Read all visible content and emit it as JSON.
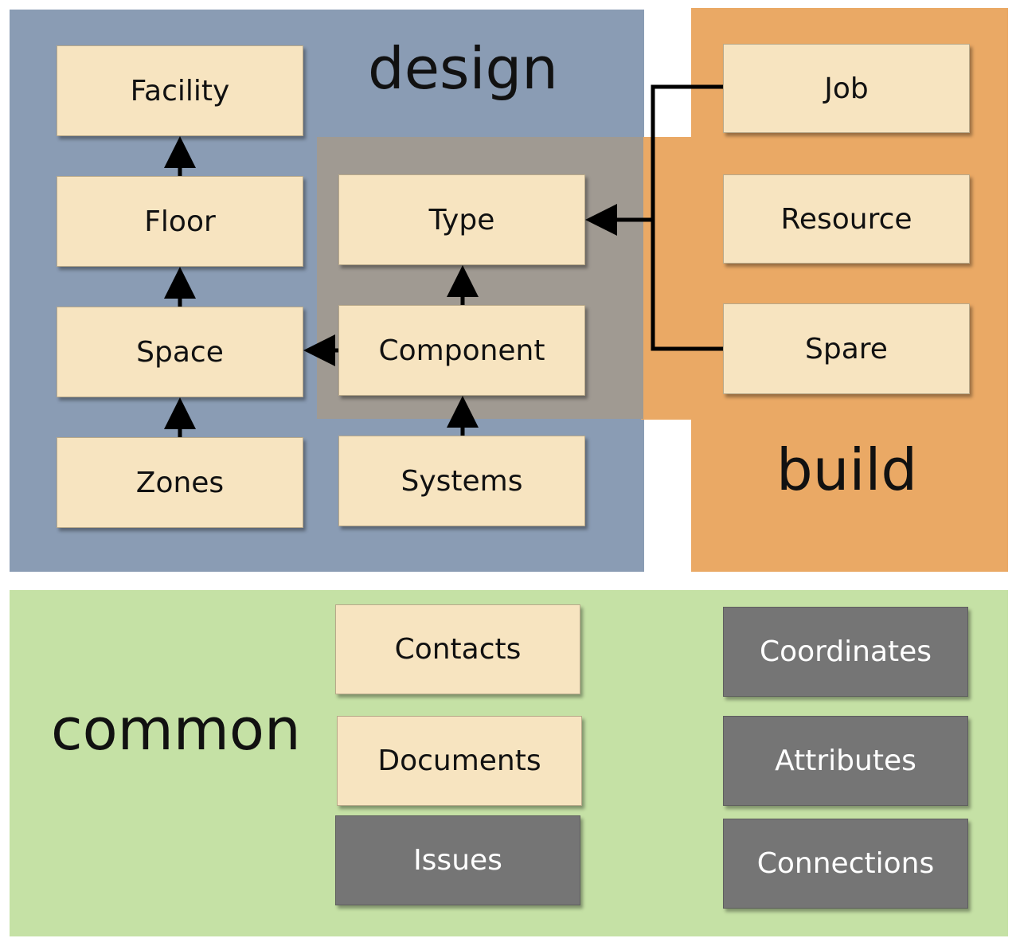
{
  "sections": {
    "design": "design",
    "build": "build",
    "common": "common"
  },
  "design_nodes": {
    "facility": "Facility",
    "floor": "Floor",
    "space": "Space",
    "zones": "Zones",
    "type": "Type",
    "component": "Component",
    "systems": "Systems"
  },
  "build_nodes": {
    "job": "Job",
    "resource": "Resource",
    "spare": "Spare"
  },
  "common_nodes": {
    "contacts": "Contacts",
    "documents": "Documents",
    "issues": "Issues",
    "coordinates": "Coordinates",
    "attributes": "Attributes",
    "connections": "Connections"
  },
  "colors": {
    "design_bg": "#8a9cb4",
    "build_bg": "#eaa965",
    "common_bg": "#c5e1a5",
    "type_group_bg": "#a09a92",
    "node_beige": "#f7e4c0",
    "node_dark": "#757575"
  }
}
